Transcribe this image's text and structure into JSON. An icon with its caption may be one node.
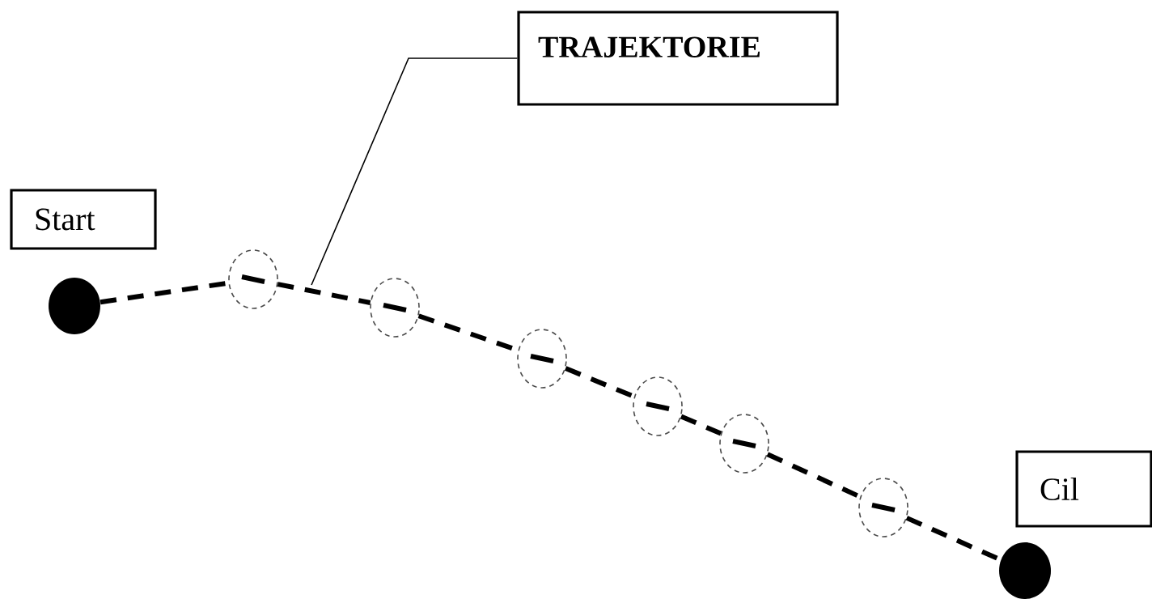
{
  "diagram": {
    "nodes": [
      {
        "text": [
          "TRAJEKTORIE"
        ]
      },
      {
        "text": [
          "Start"
        ]
      },
      {
        "text": [],
        "shape": "dot"
      },
      {
        "text": [],
        "shape": "circle"
      },
      {
        "text": [],
        "shape": "circle"
      },
      {
        "text": [],
        "shape": "circle"
      },
      {
        "text": [],
        "shape": "circle"
      },
      {
        "text": [],
        "shape": "circle"
      },
      {
        "text": [],
        "shape": "circle"
      },
      {
        "text": [],
        "shape": "dot"
      },
      {
        "text": [
          "Cil"
        ]
      }
    ],
    "edges": [
      {
        "from": 2,
        "to": 3,
        "arrow": "none",
        "style": "dashed"
      },
      {
        "from": 3,
        "to": 4,
        "arrow": "none",
        "style": "dashed"
      },
      {
        "from": 4,
        "to": 5,
        "arrow": "none",
        "style": "dashed"
      },
      {
        "from": 5,
        "to": 6,
        "arrow": "none",
        "style": "dashed"
      },
      {
        "from": 6,
        "to": 7,
        "arrow": "none",
        "style": "dashed"
      },
      {
        "from": 7,
        "to": 8,
        "arrow": "none",
        "style": "dashed"
      },
      {
        "from": 8,
        "to": 9,
        "arrow": "none",
        "style": "dashed"
      },
      {
        "from": 0,
        "to": null,
        "arrow": "none"
      }
    ]
  }
}
